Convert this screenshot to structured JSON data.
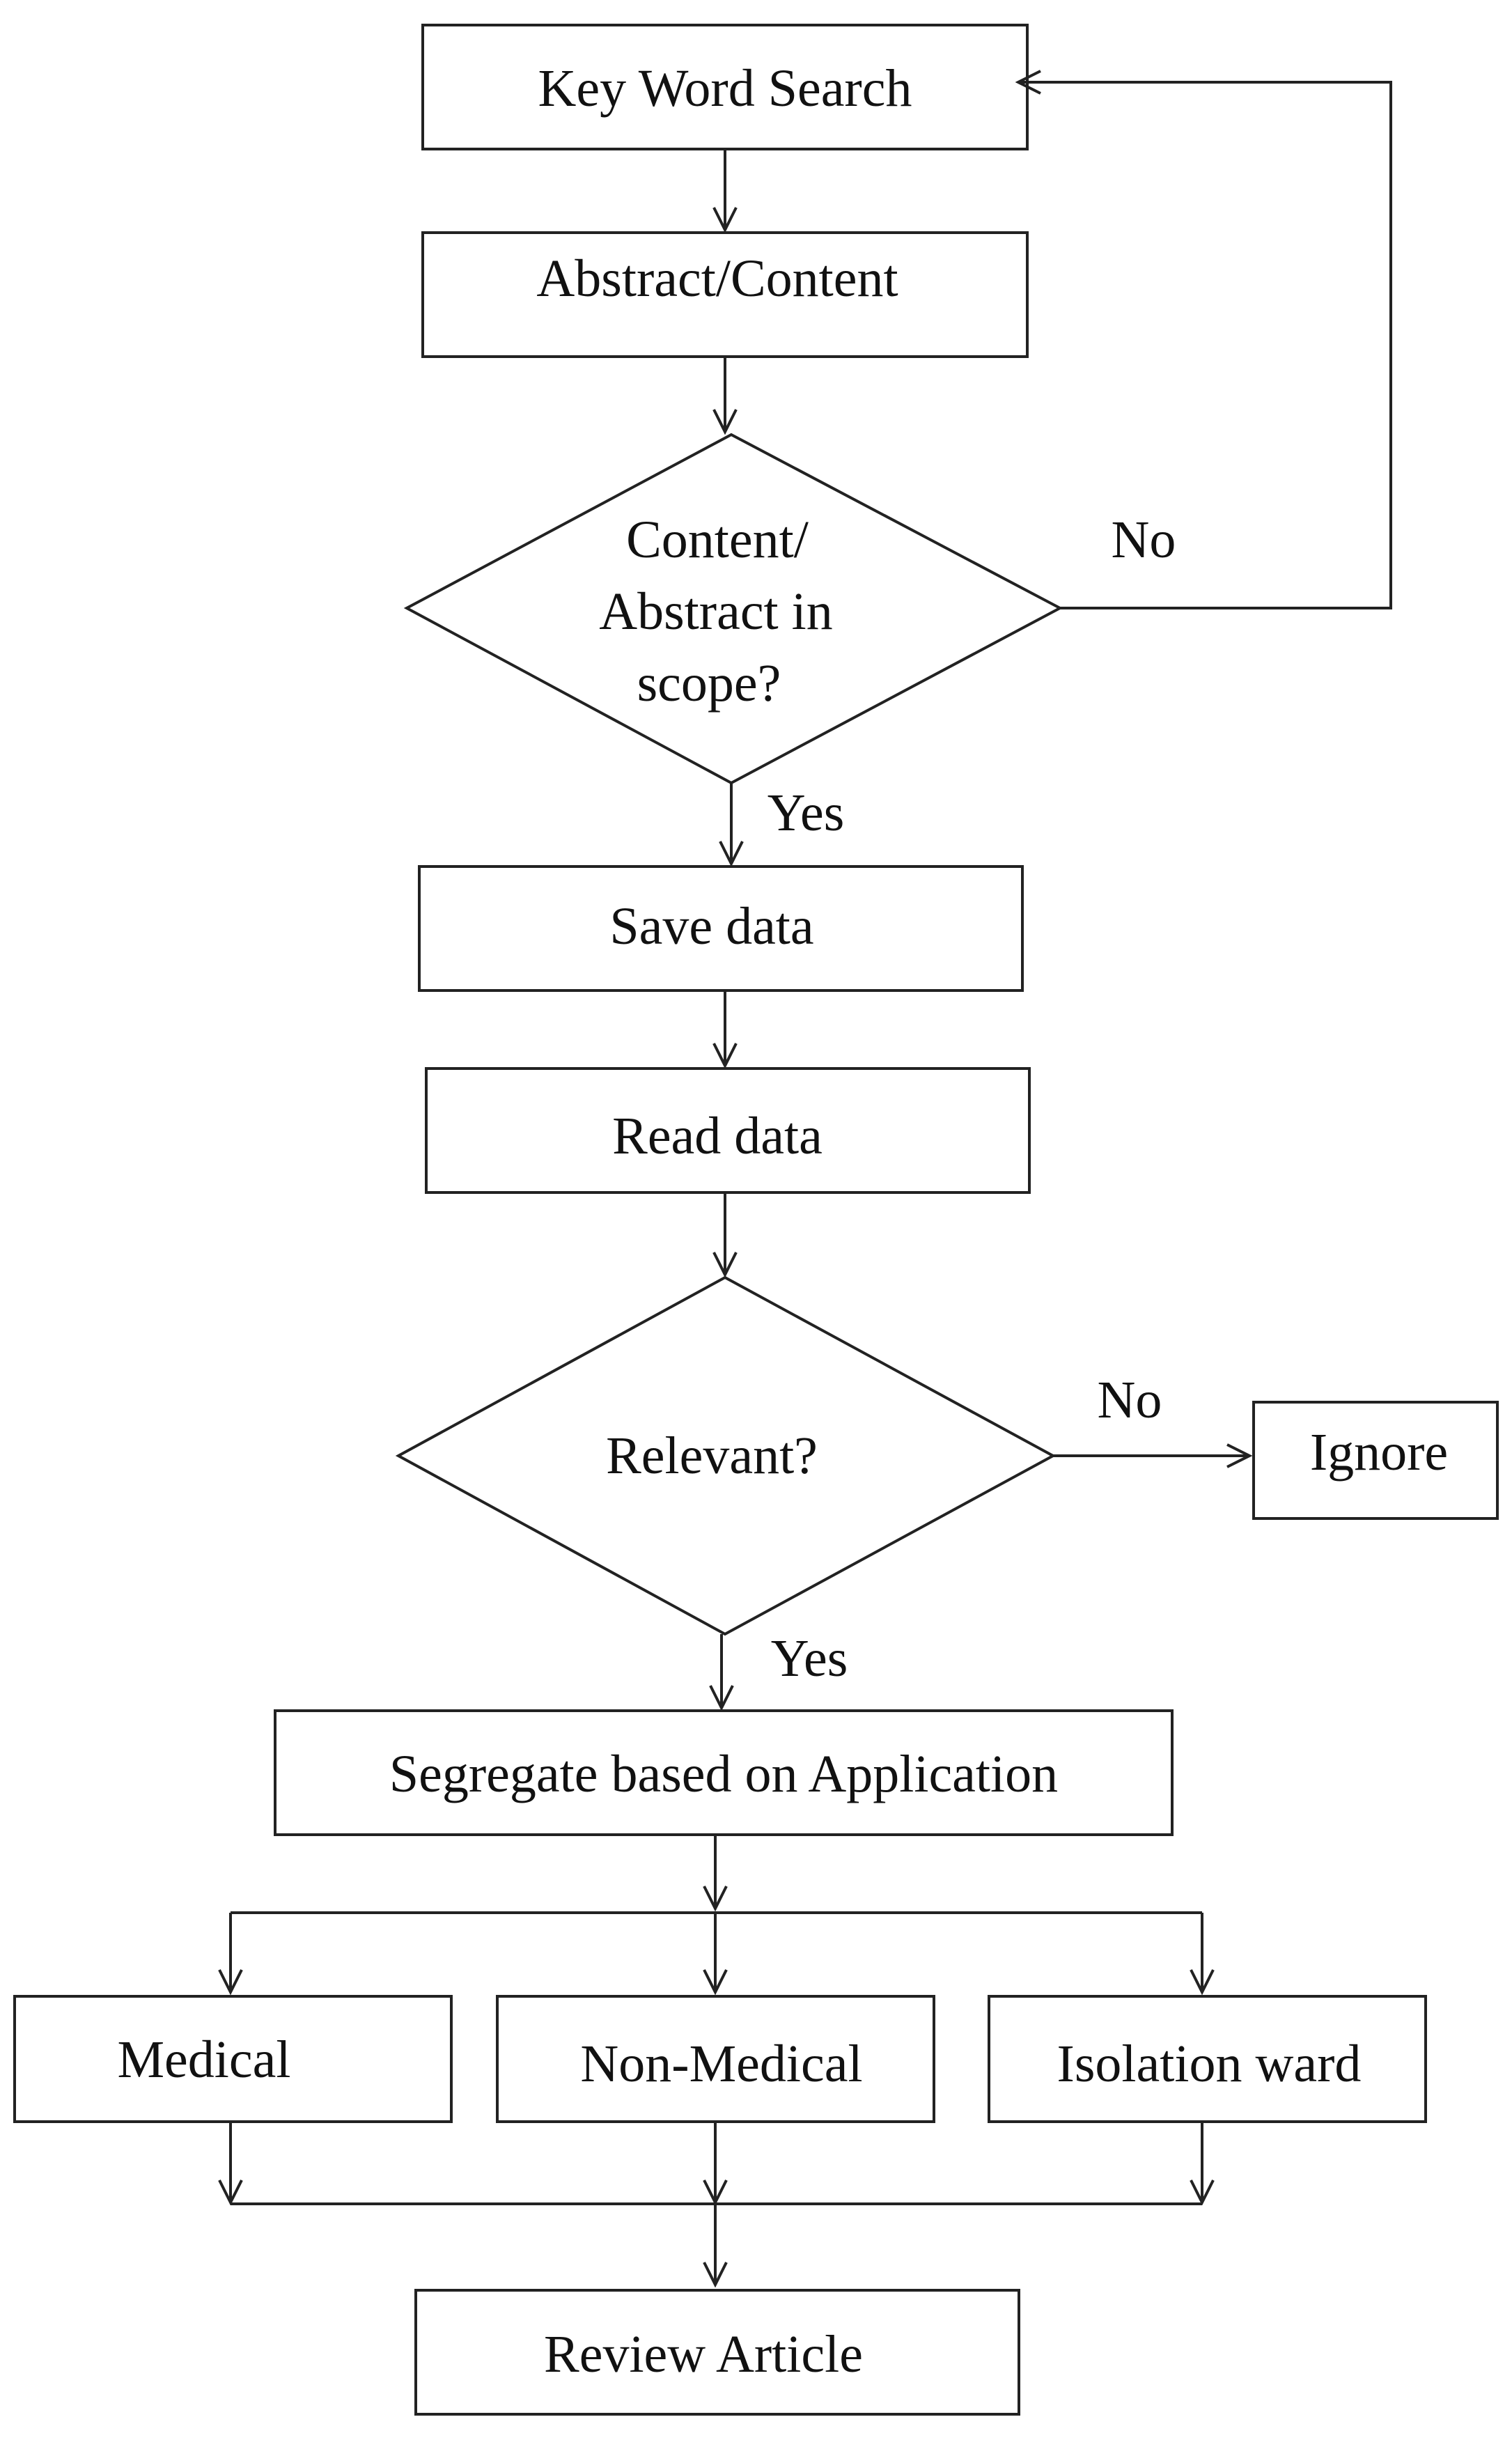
{
  "flowchart": {
    "key_word_search": "Key Word Search",
    "abstract_content": "Abstract/Content",
    "decision_scope": [
      "Content/",
      "Abstract in",
      "scope?"
    ],
    "scope_no": "No",
    "scope_yes": "Yes",
    "save_data": "Save data",
    "read_data": "Read data",
    "decision_relevant": "Relevant?",
    "relevant_no": "No",
    "ignore": "Ignore",
    "relevant_yes": "Yes",
    "segregate": "Segregate based on Application",
    "medical": "Medical",
    "non_medical": "Non-Medical",
    "isolation_ward": "Isolation ward",
    "review_article": "Review Article"
  }
}
